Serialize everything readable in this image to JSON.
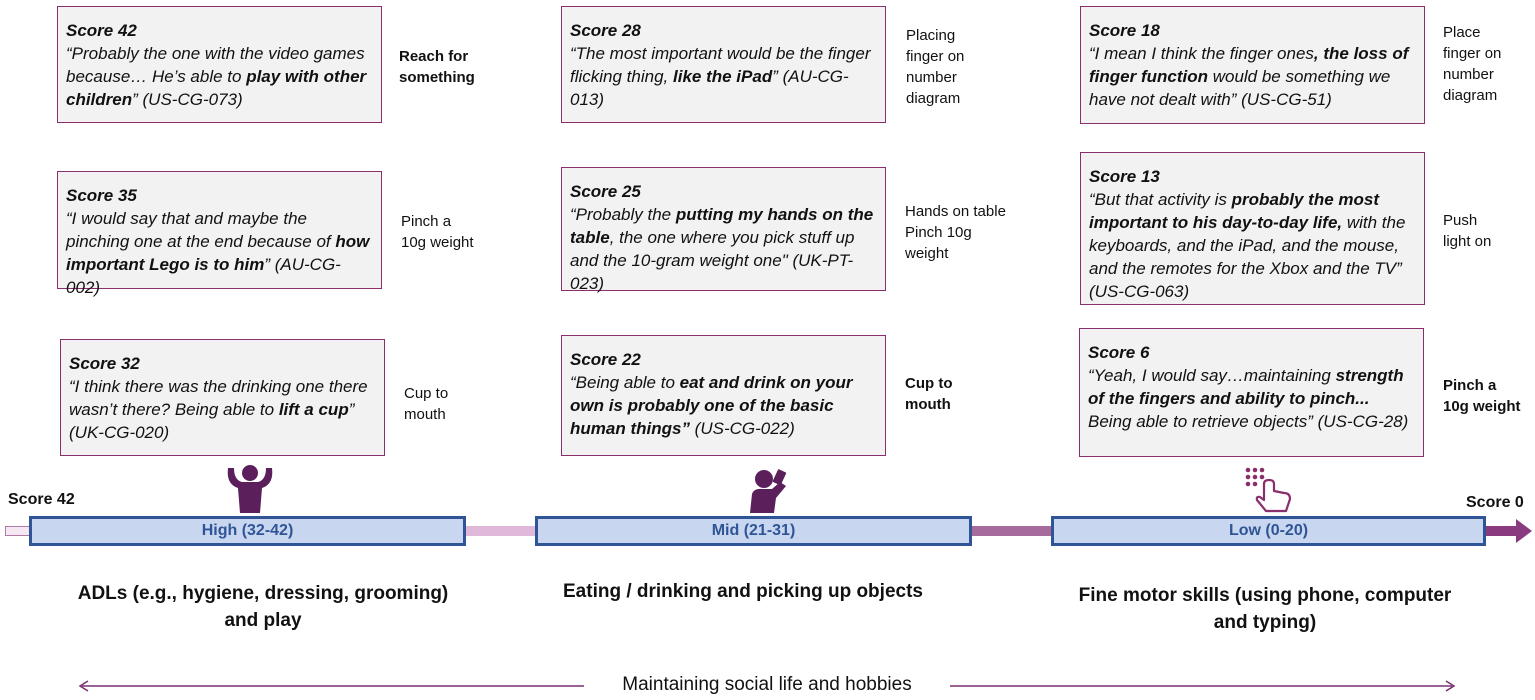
{
  "quotes": {
    "q1": {
      "score": "Score 42",
      "parts": [
        {
          "t": "“Probably the one with the video games because… He’s able to ",
          "b": false
        },
        {
          "t": "play with other children",
          "b": true
        },
        {
          "t": "” (US-CG-073)",
          "b": false
        }
      ]
    },
    "q2": {
      "score": "Score 35",
      "parts": [
        {
          "t": "“I would say that and maybe the pinching one at the end because of ",
          "b": false
        },
        {
          "t": "how important Lego is to him",
          "b": true
        },
        {
          "t": "” (AU-CG-002)",
          "b": false
        }
      ]
    },
    "q3": {
      "score": "Score 32",
      "parts": [
        {
          "t": "“I think there was the drinking one there wasn’t there? Being able to ",
          "b": false
        },
        {
          "t": "lift a cup",
          "b": true
        },
        {
          "t": "” (UK-CG-020)",
          "b": false
        }
      ]
    },
    "q4": {
      "score": "Score 28",
      "parts": [
        {
          "t": "“The most important would be the finger flicking thing, ",
          "b": false
        },
        {
          "t": "like the iPad",
          "b": true
        },
        {
          "t": "” (AU-CG-013)",
          "b": false
        }
      ]
    },
    "q5": {
      "score": "Score 25",
      "parts": [
        {
          "t": "“Probably the ",
          "b": false
        },
        {
          "t": "putting my hands on the table",
          "b": true
        },
        {
          "t": ", the one where you pick stuff up and the 10-gram weight one\" (UK-PT-023)",
          "b": false
        }
      ]
    },
    "q6": {
      "score": "Score 22",
      "parts": [
        {
          "t": "“Being able to ",
          "b": false
        },
        {
          "t": "eat and drink on your own is probably one of the basic human things”",
          "b": true
        },
        {
          "t": " (US-CG-022)",
          "b": false
        }
      ]
    },
    "q7": {
      "score": "Score 18",
      "parts": [
        {
          "t": "“I mean I think the finger ones",
          "b": false
        },
        {
          "t": ", the loss of finger function",
          "b": true
        },
        {
          "t": " would be something we have not dealt with” (US-CG-51)",
          "b": false
        }
      ]
    },
    "q8": {
      "score": "Score 13",
      "parts": [
        {
          "t": "“But that activity is ",
          "b": false
        },
        {
          "t": "probably the most important to his day-to-day life,",
          "b": true
        },
        {
          "t": " with the keyboards, and the iPad, and the mouse, and the remotes for the Xbox and the TV” (US-CG-063)",
          "b": false
        }
      ]
    },
    "q9": {
      "score": "Score 6",
      "parts": [
        {
          "t": "“Yeah, I would say…maintaining ",
          "b": false
        },
        {
          "t": "strength of the fingers and ability to pinch...",
          "b": true
        },
        {
          "t": " Being able to retrieve objects”  (US-CG-28)",
          "b": false
        }
      ]
    }
  },
  "tasks": {
    "t1": "Reach for\nsomething",
    "t2": "Pinch a\n10g weight",
    "t3": "Cup to\nmouth",
    "t4": "Placing\nfinger on\nnumber\ndiagram",
    "t5": "Hands on table\nPinch 10g\nweight",
    "t6": "Cup to\nmouth",
    "t7": "Place\nfinger on\nnumber\ndiagram",
    "t8": "Push\nlight on",
    "t9": "Pinch a\n10g weight"
  },
  "axis": {
    "left_label": "Score 42",
    "right_label": "Score 0"
  },
  "bands": {
    "high": "High (32-42)",
    "mid": "Mid (21-31)",
    "low": "Low (0-20)"
  },
  "domains": {
    "d1": "ADLs (e.g., hygiene, dressing, grooming)\nand play",
    "d2": "Eating / drinking and picking up objects",
    "d3": "Fine motor skills (using phone, computer\nand typing)"
  },
  "footer": "Maintaining social life and hobbies",
  "icons": [
    "person-arms-raised-icon",
    "person-drinking-icon",
    "finger-tapping-keypad-icon"
  ],
  "colors": {
    "box_border": "#8a2f6b",
    "band_fill": "#c9d6f0",
    "band_border": "#2f5597",
    "accent": "#6b2d6b"
  }
}
